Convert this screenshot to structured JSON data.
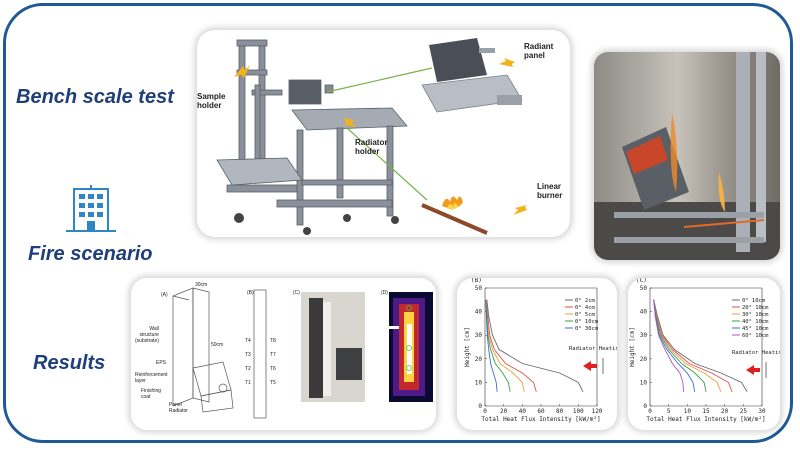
{
  "headings": {
    "bench": "Bench scale test",
    "fire": "Fire scenario",
    "results": "Results"
  },
  "bench_labels": {
    "sample_holder": "Sample\nholder",
    "radiator_holder": "Radiator\nholder",
    "radiant_panel": "Radiant\npanel",
    "linear_burner": "Linear\nburner"
  },
  "wall_labels": {
    "A": "(A)",
    "B": "(B)",
    "C": "(C)",
    "D": "(D)",
    "wall": "Wall\nstructure\n(substrate)",
    "eps": "EPS",
    "reinforcement": "Reinforcement\nlayer",
    "finishing": "Finishing\ncoat",
    "panel_radiator": "Panel\nRadiator",
    "dim_width": "30cm",
    "dim_height": "50cm",
    "thermocouples_left": [
      "T4",
      "T3",
      "T2",
      "T1"
    ],
    "thermocouples_right": [
      "T8",
      "T7",
      "T6",
      "T5"
    ]
  },
  "colors": {
    "frame": "#1f5a96",
    "heading": "#1f3f7a",
    "series": [
      "#6a6a6a",
      "#e0524f",
      "#e8a23a",
      "#3aa04a",
      "#3a6fd0",
      "#b44fc8"
    ],
    "arrow": "#e02020"
  },
  "chart_data": [
    {
      "type": "line",
      "panel_label": "(B)",
      "xlabel": "Total Heat Flux Intensity [kW/m²]",
      "ylabel": "Height [cm]",
      "xlim": [
        0,
        120
      ],
      "ylim": [
        0,
        50
      ],
      "xticks": [
        0,
        20,
        40,
        60,
        80,
        100,
        120
      ],
      "yticks": [
        0,
        10,
        20,
        30,
        40,
        50
      ],
      "annotation": "Radiator Heating",
      "series": [
        {
          "name": "0° 2cm",
          "x": [
            105,
            100,
            80,
            40,
            15,
            8,
            4,
            2
          ],
          "y": [
            6,
            10,
            14,
            18,
            24,
            30,
            38,
            45
          ]
        },
        {
          "name": "0° 4cm",
          "x": [
            55,
            52,
            40,
            22,
            10,
            5,
            3,
            2
          ],
          "y": [
            6,
            10,
            14,
            18,
            24,
            30,
            38,
            45
          ]
        },
        {
          "name": "0° 5cm",
          "x": [
            42,
            40,
            30,
            16,
            8,
            4,
            2,
            1.5
          ],
          "y": [
            6,
            10,
            14,
            18,
            24,
            30,
            38,
            45
          ]
        },
        {
          "name": "0° 10cm",
          "x": [
            27,
            25,
            19,
            11,
            6,
            3,
            2,
            1
          ],
          "y": [
            6,
            10,
            14,
            18,
            24,
            30,
            38,
            45
          ]
        },
        {
          "name": "0° 30cm",
          "x": [
            13,
            12,
            9,
            6,
            4,
            2.5,
            1.5,
            1
          ],
          "y": [
            6,
            10,
            14,
            18,
            24,
            30,
            38,
            45
          ]
        }
      ]
    },
    {
      "type": "line",
      "panel_label": "(C)",
      "xlabel": "Total Heat Flux Intensity [kW/m²]",
      "ylabel": "Height [cm]",
      "xlim": [
        0,
        30
      ],
      "ylim": [
        0,
        50
      ],
      "xticks": [
        0,
        5,
        10,
        15,
        20,
        25,
        30
      ],
      "yticks": [
        0,
        10,
        20,
        30,
        40,
        50
      ],
      "annotation": "Radiator Heating",
      "series": [
        {
          "name": "0° 10cm",
          "x": [
            26,
            24.5,
            19,
            12,
            6.5,
            3.5,
            2,
            1
          ],
          "y": [
            6,
            10,
            14,
            18,
            24,
            30,
            38,
            45
          ]
        },
        {
          "name": "20° 10cm",
          "x": [
            22,
            21,
            16.5,
            10.5,
            6,
            3.2,
            1.8,
            1
          ],
          "y": [
            6,
            10,
            14,
            18,
            24,
            30,
            38,
            45
          ]
        },
        {
          "name": "30° 10cm",
          "x": [
            19,
            18,
            14.5,
            9.5,
            5.5,
            3,
            1.7,
            1
          ],
          "y": [
            6,
            10,
            14,
            18,
            24,
            30,
            38,
            45
          ]
        },
        {
          "name": "40° 10cm",
          "x": [
            15,
            14.5,
            12,
            8.5,
            5,
            2.8,
            1.6,
            1
          ],
          "y": [
            6,
            10,
            14,
            18,
            24,
            30,
            38,
            45
          ]
        },
        {
          "name": "45° 10cm",
          "x": [
            12,
            11.5,
            10,
            7.5,
            4.5,
            2.5,
            1.5,
            1
          ],
          "y": [
            6,
            10,
            14,
            18,
            24,
            30,
            38,
            45
          ]
        },
        {
          "name": "60° 10cm",
          "x": [
            9,
            8.8,
            8,
            6,
            4,
            2.3,
            1.4,
            1
          ],
          "y": [
            6,
            10,
            14,
            18,
            24,
            30,
            38,
            45
          ]
        }
      ]
    }
  ]
}
